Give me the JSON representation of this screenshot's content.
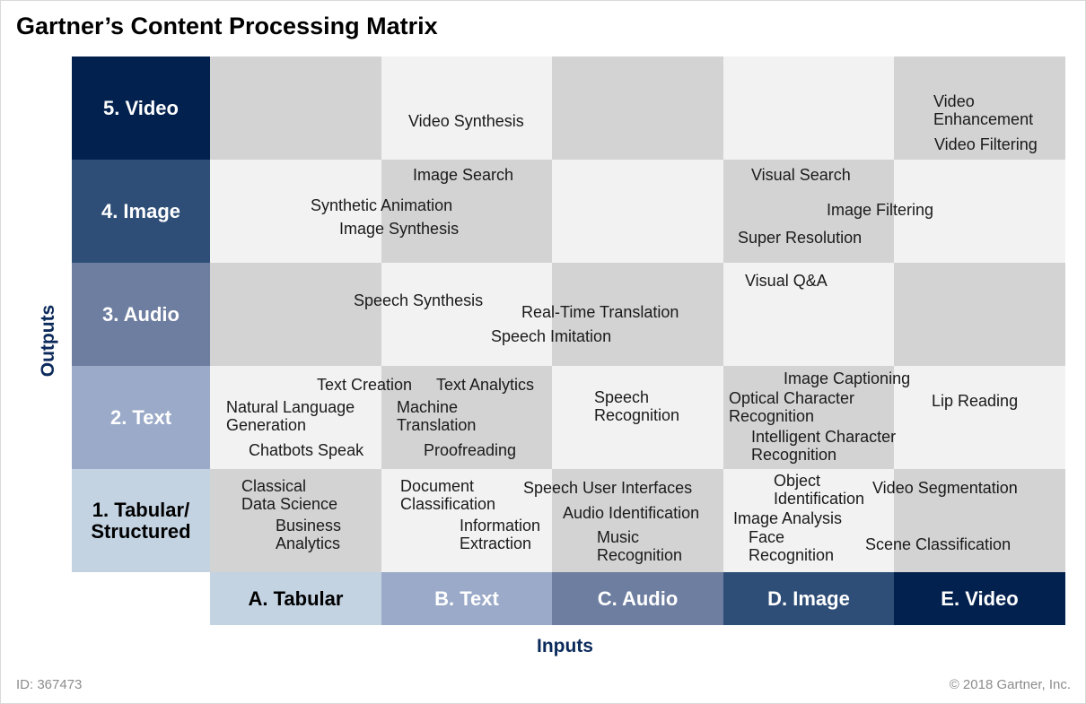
{
  "title": "Gartner’s Content Processing Matrix",
  "axes": {
    "x_label": "Inputs",
    "y_label": "Outputs"
  },
  "rows": [
    {
      "label": "5. Video",
      "bg": "#03214f",
      "fg": "#ffffff"
    },
    {
      "label": "4. Image",
      "bg": "#2e4e77",
      "fg": "#ffffff"
    },
    {
      "label": "3. Audio",
      "bg": "#6e7ea0",
      "fg": "#ffffff"
    },
    {
      "label": "2. Text",
      "bg": "#9aaac8",
      "fg": "#ffffff"
    },
    {
      "label": "1. Tabular/\nStructured",
      "bg": "#c3d3e2",
      "fg": "#000000"
    }
  ],
  "columns": [
    {
      "label": "A. Tabular",
      "bg": "#c3d3e2",
      "fg": "#000000"
    },
    {
      "label": "B. Text",
      "bg": "#9aaac8",
      "fg": "#ffffff"
    },
    {
      "label": "C. Audio",
      "bg": "#6e7ea0",
      "fg": "#ffffff"
    },
    {
      "label": "D. Image",
      "bg": "#2e4e77",
      "fg": "#ffffff"
    },
    {
      "label": "E. Video",
      "bg": "#03214f",
      "fg": "#ffffff"
    }
  ],
  "capabilities": [
    "Video Synthesis",
    "Video\nEnhancement",
    "Video Filtering",
    "Image Search",
    "Synthetic Animation",
    "Image Synthesis",
    "Visual Search",
    "Image Filtering",
    "Super Resolution",
    "Speech Synthesis",
    "Real-Time Translation",
    "Speech Imitation",
    "Visual Q&A",
    "Text Creation",
    "Text Analytics",
    "Natural Language\nGeneration",
    "Machine\nTranslation",
    "Chatbots Speak",
    "Proofreading",
    "Speech\nRecognition",
    "Image Captioning",
    "Optical Character\nRecognition",
    "Intelligent Character\nRecognition",
    "Lip Reading",
    "Classical\nData Science",
    "Business\nAnalytics",
    "Document\nClassification",
    "Information\nExtraction",
    "Speech User Interfaces",
    "Audio Identification",
    "Music\nRecognition",
    "Object\nIdentification",
    "Image Analysis",
    "Face\nRecognition",
    "Video Segmentation",
    "Scene Classification"
  ],
  "footer": {
    "id": "ID: 367473",
    "copyright": "© 2018 Gartner, Inc."
  }
}
